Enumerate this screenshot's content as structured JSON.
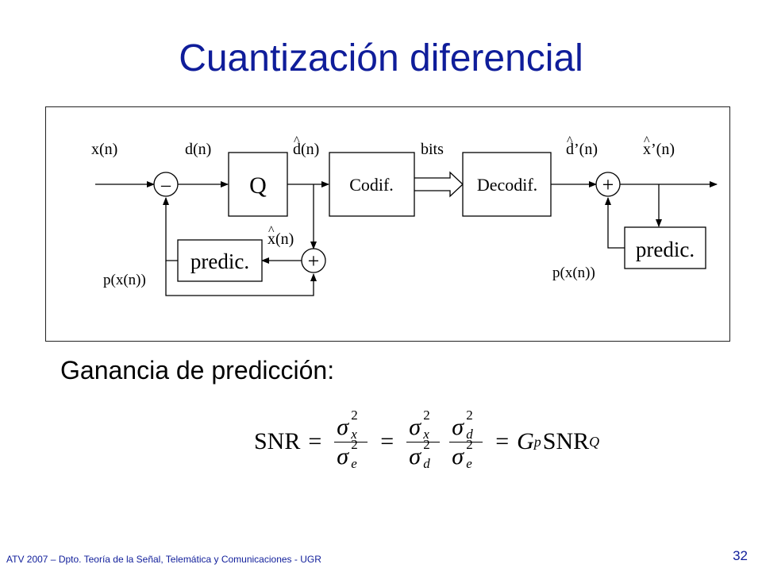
{
  "slide": {
    "title": "Cuantización diferencial",
    "subheading": "Ganancia de predicción:",
    "footer": "ATV 2007 – Dpto. Teoría de la Señal, Telemática y Comunicaciones - UGR",
    "page_number": "32"
  },
  "diagram": {
    "labels": {
      "x_n": "x(n)",
      "d_n": "d(n)",
      "d_hat_n": "d(n)",
      "bits": "bits",
      "d_prime_hat_n": "d’(n)",
      "x_prime_hat_n": "x’(n)",
      "x_hat_n": "x(n)",
      "p_x_n_left": "p(x(n))",
      "p_x_n_right": "p(x(n))",
      "hat": "^"
    },
    "blocks": {
      "quantizer": "Q",
      "encoder": "Codif.",
      "decoder": "Decodif.",
      "predictor_left": "predic.",
      "predictor_right": "predic."
    },
    "junctions": {
      "subtract": "–",
      "add_left": "+",
      "add_right": "+"
    }
  },
  "formula": {
    "snr": "SNR",
    "equals": "=",
    "sigma": "σ",
    "exp": "2",
    "sub_x": "x",
    "sub_e": "e",
    "sub_d": "d",
    "G": "G",
    "p": "p",
    "snr_q": "SNR",
    "q": "Q"
  }
}
